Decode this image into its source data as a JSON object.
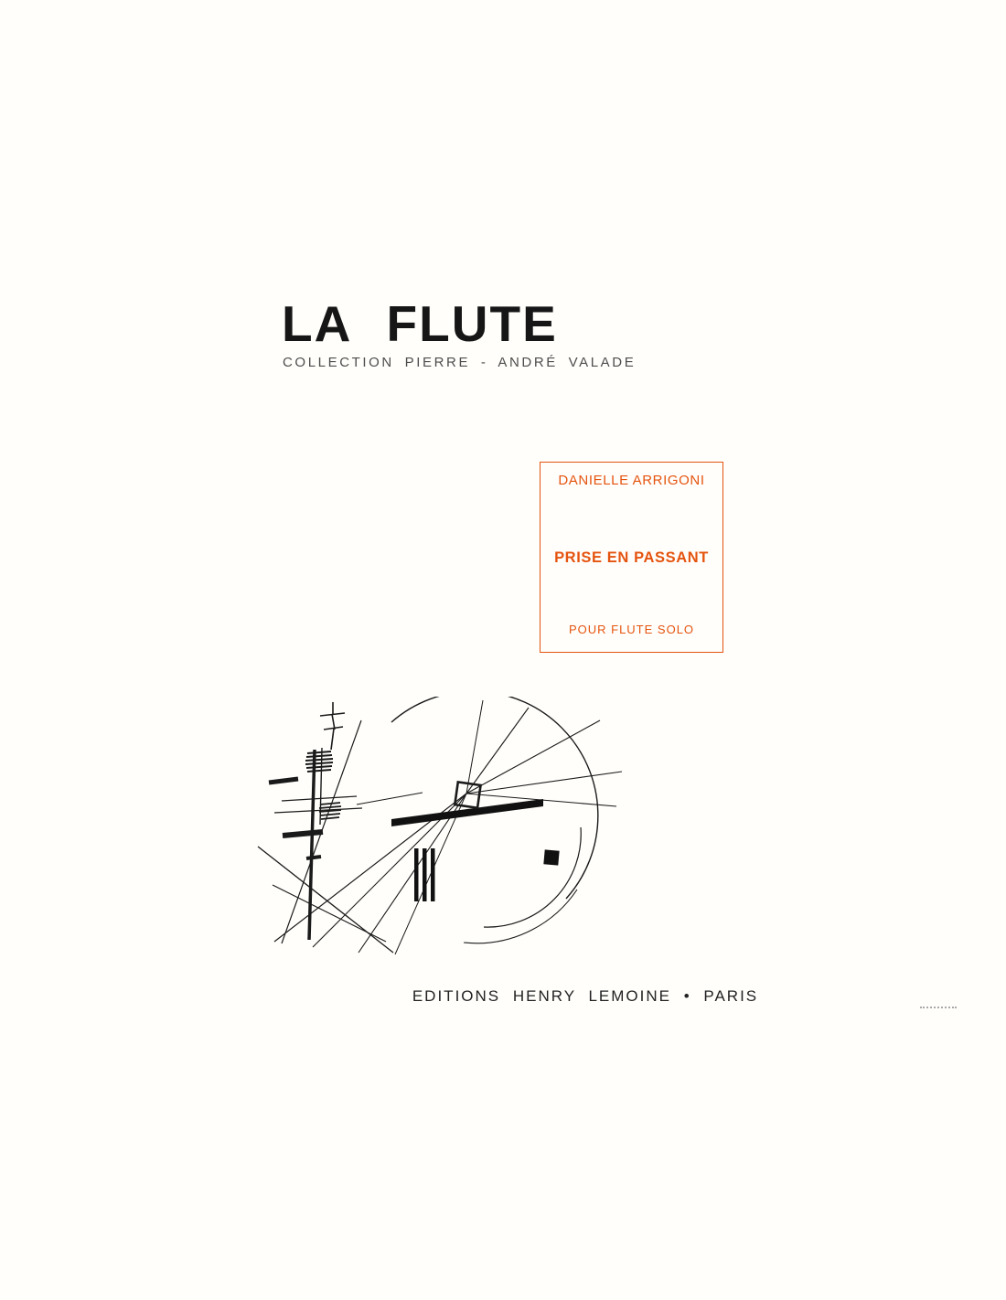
{
  "page": {
    "title": "LA FLUTE",
    "collection": "COLLECTION PIERRE - ANDRÉ VALADE",
    "work_box": {
      "composer": "DANIELLE ARRIGONI",
      "work_title": "PRISE EN PASSANT",
      "instrumentation": "POUR FLUTE SOLO"
    },
    "publisher": "EDITIONS HENRY LEMOINE • PARIS",
    "accent_color": "#e5540f",
    "artwork_description": "abstract-line-drawing"
  }
}
